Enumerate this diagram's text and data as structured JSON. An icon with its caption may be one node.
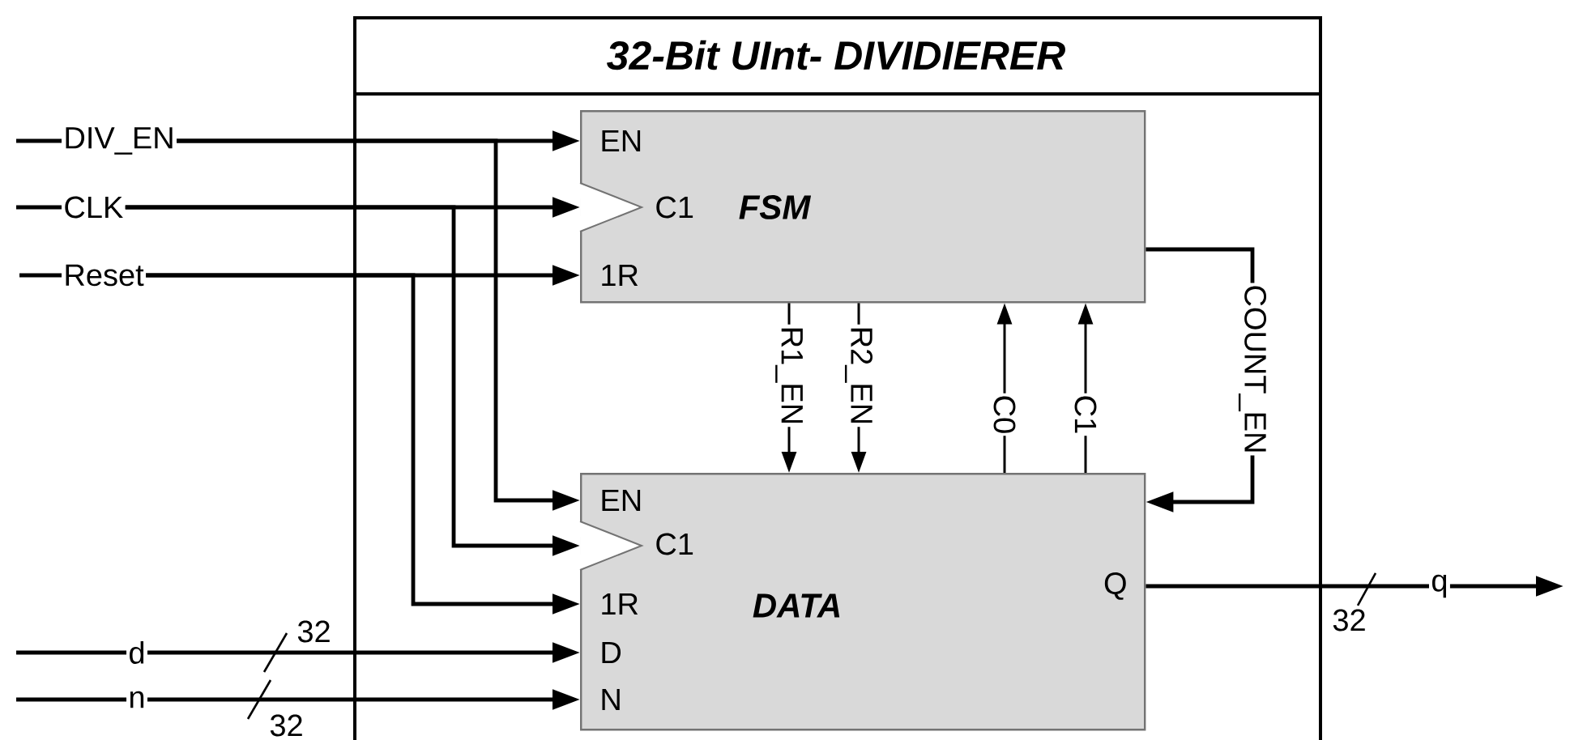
{
  "diagram": {
    "nodes": [
      {
        "text": [
          "32-Bit UInt- DIVIDIERER"
        ]
      },
      {
        "text": [
          "EN",
          "C1",
          "1R",
          "FSM"
        ],
        "in": 0
      },
      {
        "text": [
          "EN",
          "C1",
          "1R",
          "DATA",
          "Q",
          "D",
          "N"
        ],
        "in": 0
      },
      {
        "text": [
          "DIV_EN"
        ]
      },
      {
        "text": [
          "CLK"
        ]
      },
      {
        "text": [
          "Reset"
        ]
      },
      {
        "text": [
          "d"
        ]
      },
      {
        "text": [
          "n"
        ]
      },
      {
        "text": [
          "q"
        ]
      }
    ],
    "edges": [
      {
        "from": null,
        "to": 3,
        "arrow": "none"
      },
      {
        "from": null,
        "to": 4,
        "arrow": "none"
      },
      {
        "from": null,
        "to": 5,
        "arrow": "none"
      },
      {
        "from": null,
        "to": 6,
        "arrow": "none"
      },
      {
        "from": null,
        "to": 7,
        "arrow": "none"
      },
      {
        "from": 3,
        "to": 1,
        "arrow": "to"
      },
      {
        "from": 3,
        "to": 2,
        "arrow": "to"
      },
      {
        "from": 4,
        "to": 1,
        "arrow": "to"
      },
      {
        "from": 4,
        "to": 2,
        "arrow": "to"
      },
      {
        "from": 5,
        "to": 1,
        "arrow": "to"
      },
      {
        "from": 5,
        "to": 2,
        "arrow": "to"
      },
      {
        "from": 6,
        "to": 2,
        "arrow": "to"
      },
      {
        "from": 7,
        "to": 2,
        "arrow": "to"
      },
      {
        "from": 1,
        "to": 2,
        "arrow": "to",
        "label": "R1_EN"
      },
      {
        "from": 1,
        "to": 2,
        "arrow": "to",
        "label": "R2_EN"
      },
      {
        "from": 2,
        "to": 1,
        "arrow": "to",
        "label": "C0"
      },
      {
        "from": 2,
        "to": 1,
        "arrow": "to",
        "label": "C1"
      },
      {
        "from": 1,
        "to": 2,
        "arrow": "to",
        "label": "COUNT_EN"
      },
      {
        "from": 2,
        "to": 8,
        "arrow": "none"
      },
      {
        "from": 8,
        "to": null,
        "arrow": "to"
      }
    ],
    "labels": [
      "32",
      "32",
      "32"
    ]
  }
}
